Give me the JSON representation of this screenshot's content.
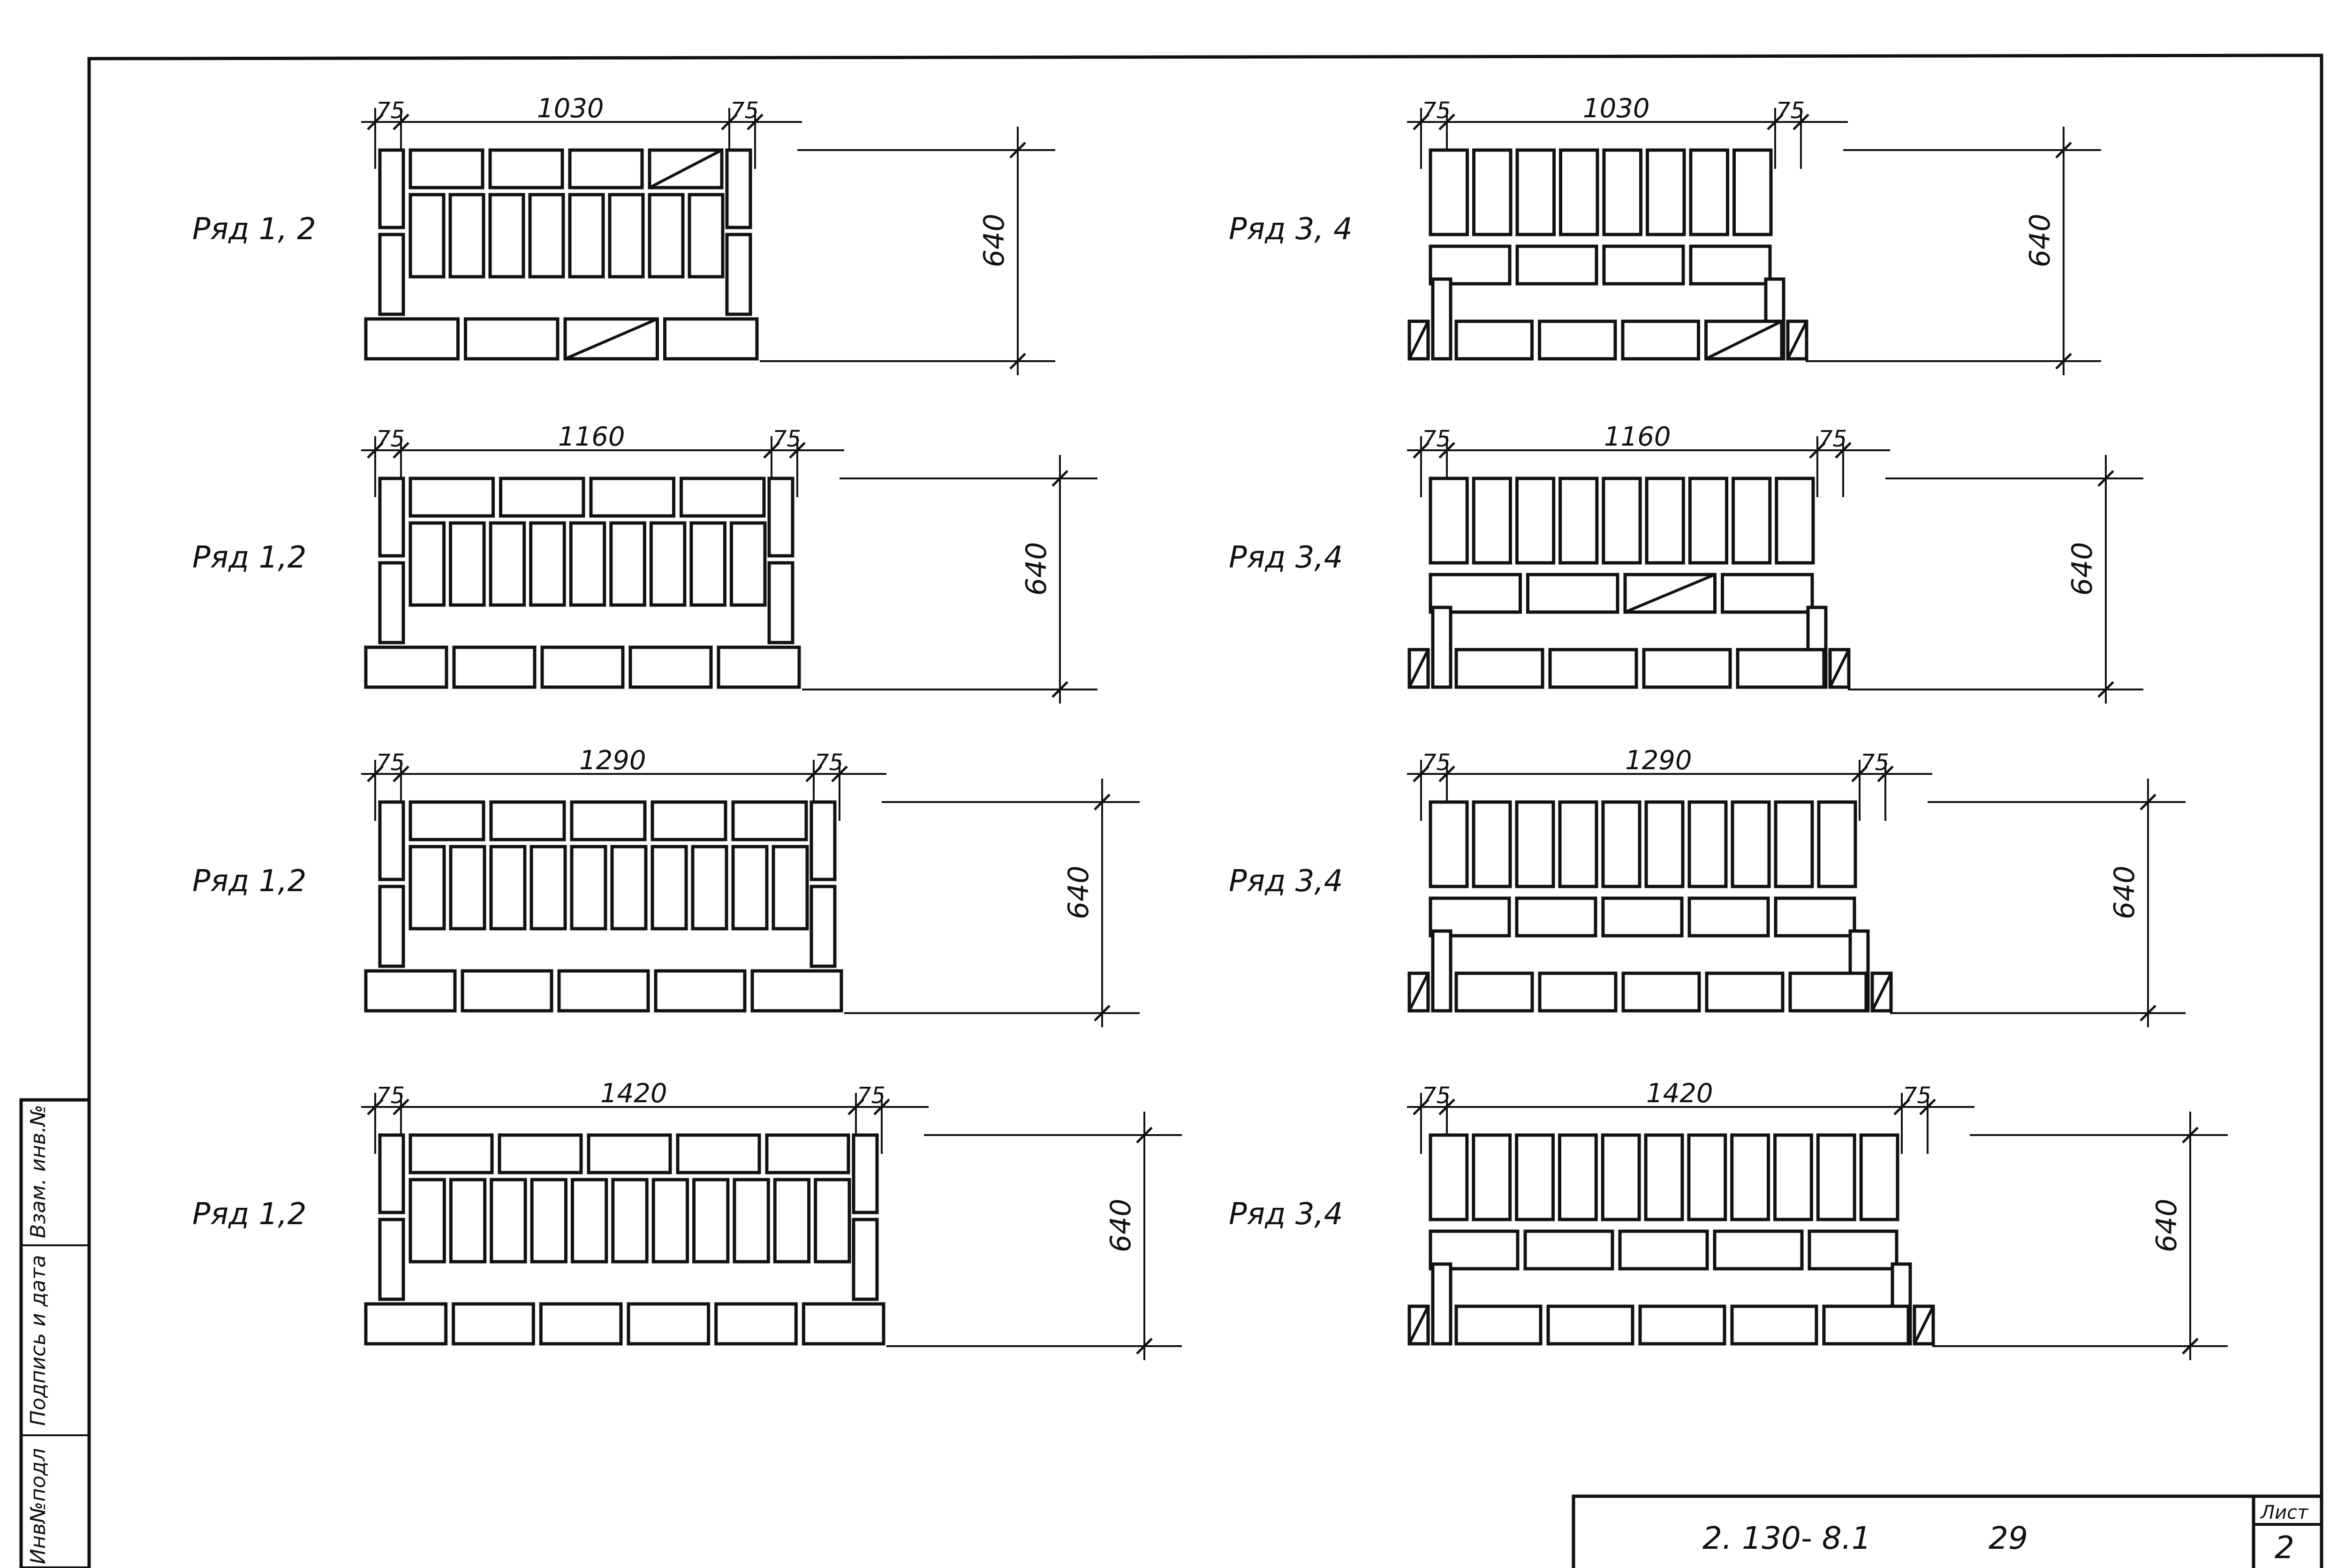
{
  "sheet": {
    "stamp_vertical": [
      "Инв№подл",
      "Подпись и дата",
      "Взам. инв.№"
    ],
    "title_block": {
      "code": "2. 130- 8.1",
      "number": "29",
      "sheet_label": "Лист",
      "sheet_no": "2"
    }
  },
  "walls": [
    {
      "row_label": "Ряд 1, 2",
      "end_dim": "75",
      "width_dim": "1030",
      "height_dim": "640"
    },
    {
      "row_label": "Ряд 1,2",
      "end_dim": "75",
      "width_dim": "1160",
      "height_dim": "640"
    },
    {
      "row_label": "Ряд 1,2",
      "end_dim": "75",
      "width_dim": "1290",
      "height_dim": "640"
    },
    {
      "row_label": "Ряд 1,2",
      "end_dim": "75",
      "width_dim": "1420",
      "height_dim": "640"
    },
    {
      "row_label": "Ряд 3, 4",
      "end_dim": "75",
      "width_dim": "1030",
      "height_dim": "640"
    },
    {
      "row_label": "Ряд 3,4",
      "end_dim": "75",
      "width_dim": "1160",
      "height_dim": "640"
    },
    {
      "row_label": "Ряд 3,4",
      "end_dim": "75",
      "width_dim": "1290",
      "height_dim": "640"
    },
    {
      "row_label": "Ряд 3,4",
      "end_dim": "75",
      "width_dim": "1420",
      "height_dim": "640"
    }
  ]
}
